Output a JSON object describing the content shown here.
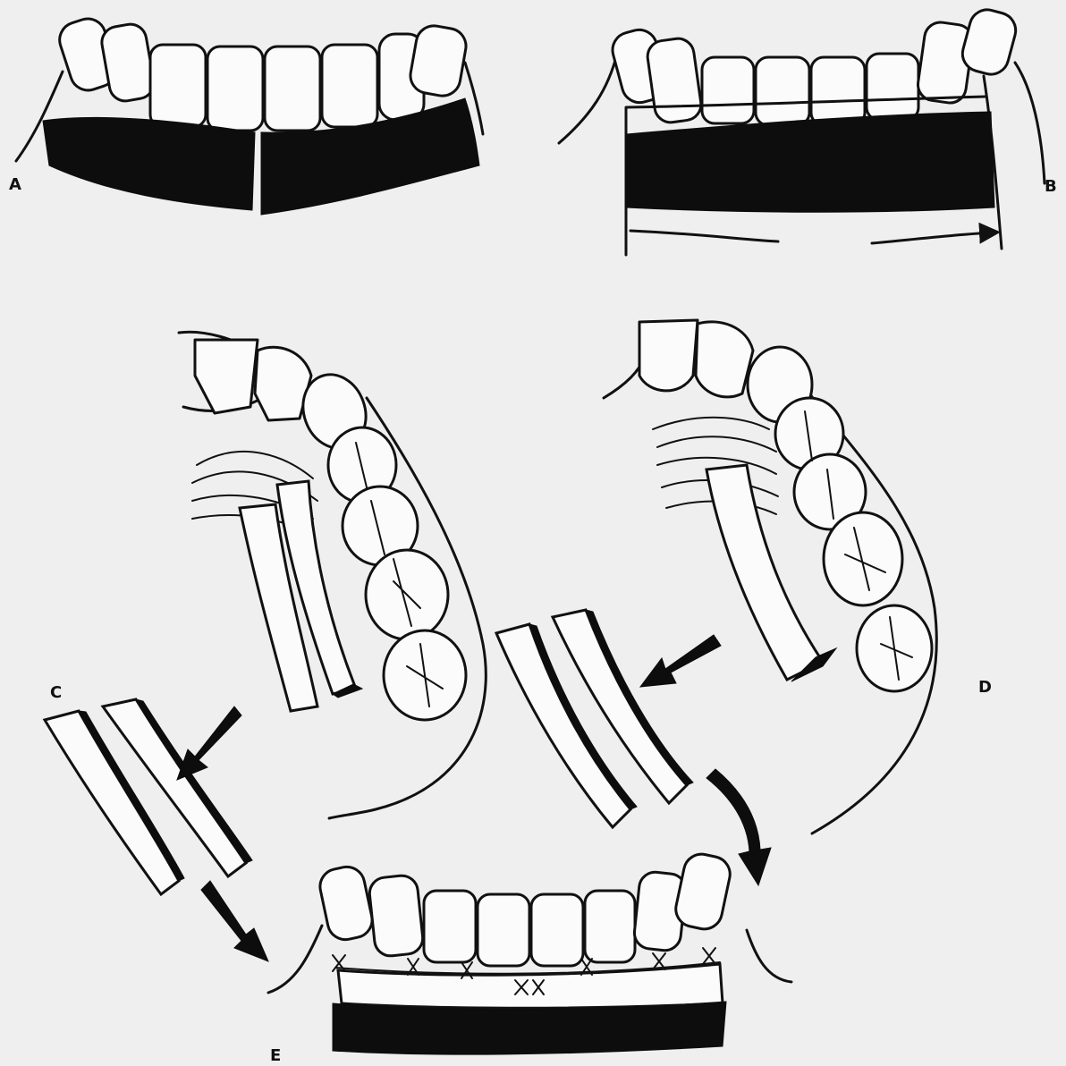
{
  "panels": {
    "a": {
      "label": "A"
    },
    "b": {
      "label": "B"
    },
    "c": {
      "label": "C"
    },
    "d": {
      "label": "D"
    },
    "e": {
      "label": "E"
    }
  },
  "colors": {
    "ink": "#111111",
    "background": "#efefef",
    "graft": "#0d0d0d"
  }
}
